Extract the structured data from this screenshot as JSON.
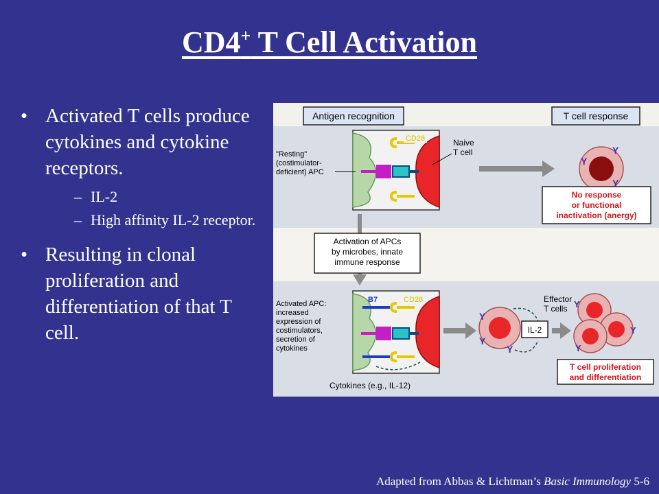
{
  "title": {
    "main": "CD4",
    "sup": "+",
    "rest": " T Cell Activation"
  },
  "bullets": [
    {
      "text": "Activated T cells produce cytokines and cytokine receptors.",
      "subs": [
        "IL-2",
        "High affinity IL-2 receptor."
      ]
    },
    {
      "text": "Resulting in clonal proliferation and differentiation of that T cell.",
      "subs": []
    }
  ],
  "figure": {
    "header_left": "Antigen recognition",
    "header_right": "T cell response",
    "top": {
      "apc_label": [
        "\"Resting\"",
        "(costimulator-",
        "deficient) APC"
      ],
      "cd28": "CD28",
      "naive_label": [
        "Naive",
        "T cell"
      ],
      "result": [
        "No response",
        "or functional",
        "inactivation (anergy)"
      ]
    },
    "middle_box": [
      "Activation of APCs",
      "by microbes, innate",
      "immune response"
    ],
    "bottom": {
      "apc_label": [
        "Activated APC:",
        "increased",
        "expression of",
        "costimulators,",
        "secretion of",
        "cytokines"
      ],
      "b7": "B7",
      "cd28": "CD28",
      "il2": "IL-2",
      "effector_label": [
        "Effector",
        "T cells"
      ],
      "cytokines": "Cytokines (e.g., IL-12)",
      "result": [
        "T cell proliferation",
        "and differentiation"
      ]
    }
  },
  "credit": {
    "prefix": "Adapted from Abbas & Lichtman’s ",
    "book": "Basic Immunology",
    "suffix": "  5-6"
  }
}
